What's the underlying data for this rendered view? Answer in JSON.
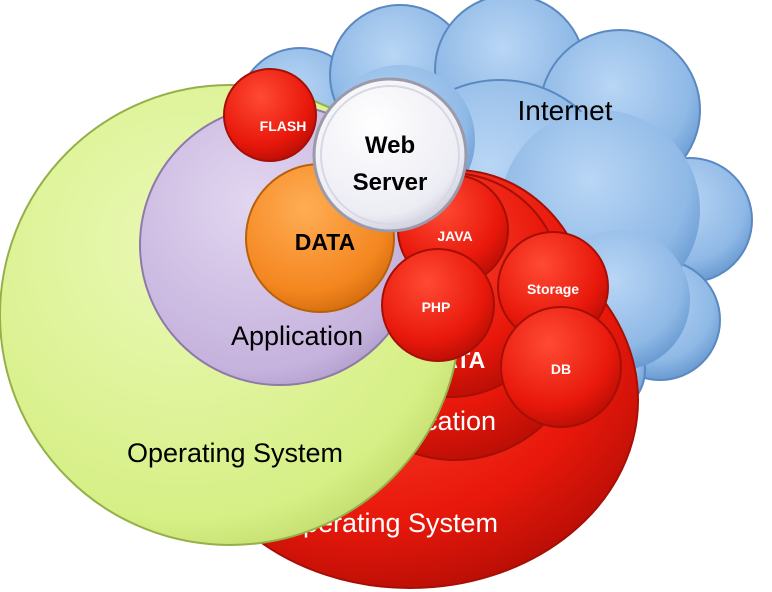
{
  "labels": {
    "internet": "Internet",
    "red_os": "Operating System",
    "red_application": "Application",
    "red_data": "DATA",
    "green_os": "Operating System",
    "purple_application": "Application",
    "orange_data": "DATA",
    "flash": "FLASH",
    "web_server_line1": "Web",
    "web_server_line2": "Server",
    "java": "JAVA",
    "php": "PHP",
    "storage": "Storage",
    "db": "DB"
  },
  "colors": {
    "cloud": "#8fb9e6",
    "red": "#ee1c0f",
    "green": "#d9f08a",
    "purple": "#c9b6e0",
    "orange": "#f4861f",
    "server": "#eeeef6"
  }
}
